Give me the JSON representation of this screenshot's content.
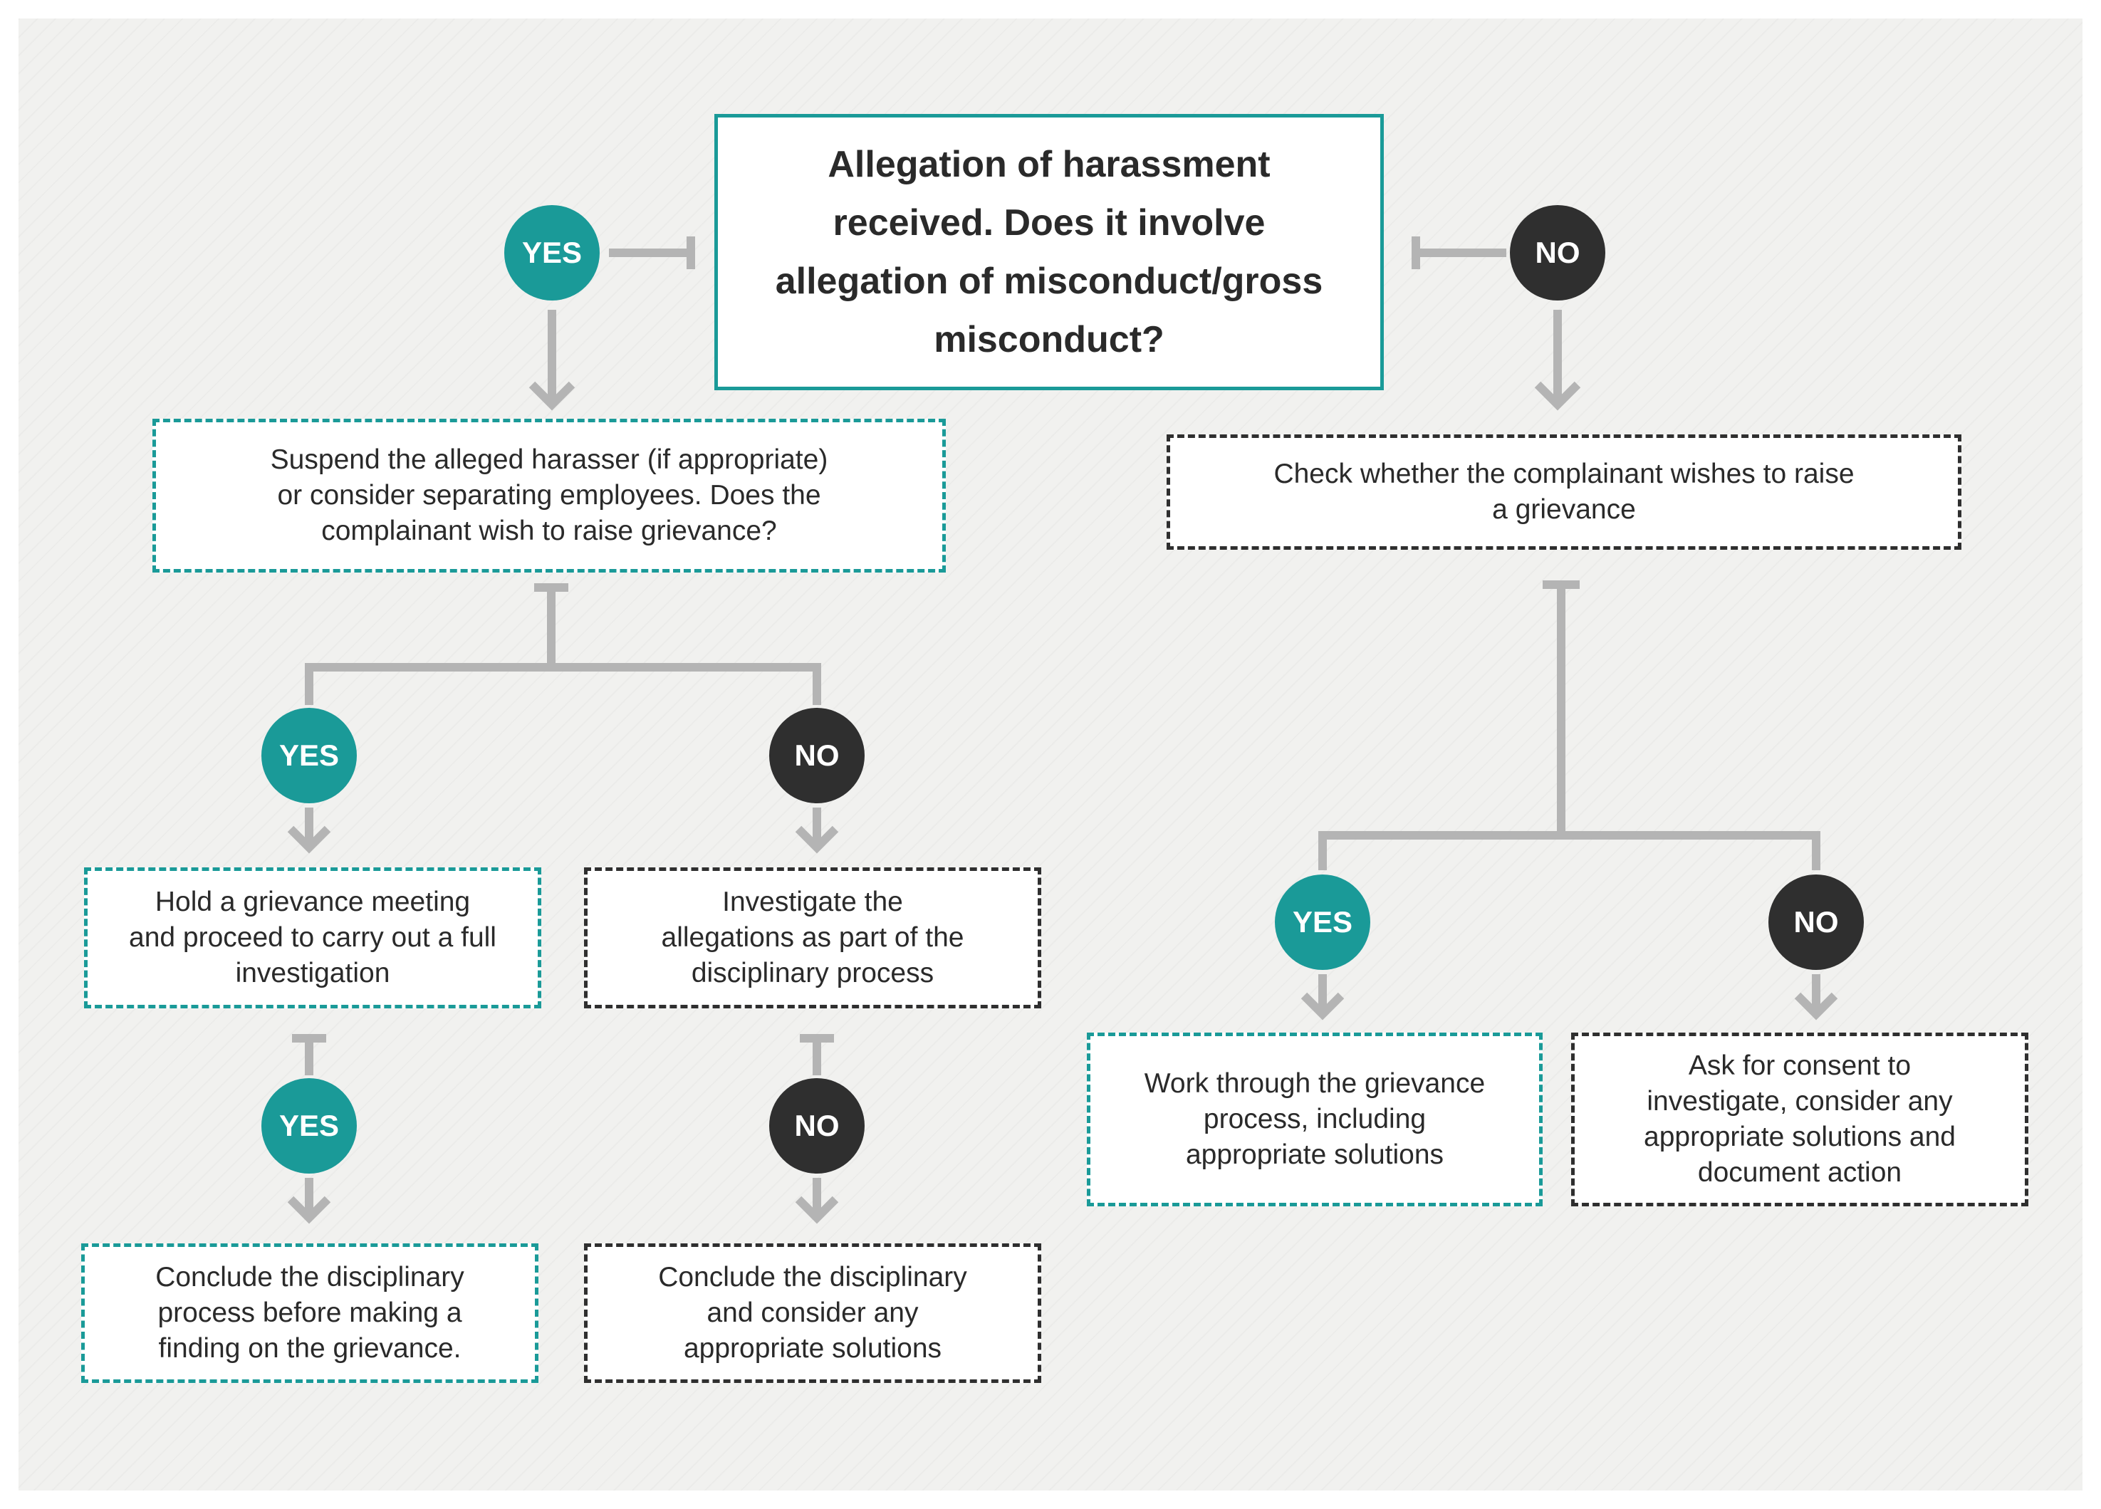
{
  "colors": {
    "teal": "#1a9a98",
    "dark": "#2f2f2f",
    "connector": "#b4b4b4",
    "background": "#f1f1ef"
  },
  "question": "Allegation of harassment\nreceived. Does it involve\nallegation of misconduct/gross\nmisconduct?",
  "labels": {
    "yes": "YES",
    "no": "NO"
  },
  "boxes": {
    "suspend": "Suspend the alleged harasser (if appropriate)\nor consider separating employees. Does the\ncomplainant wish to raise grievance?",
    "check": "Check whether the complainant wishes to raise\na grievance",
    "hold_meeting": "Hold a grievance meeting\nand proceed to carry out a full\ninvestigation",
    "investigate": "Investigate the\nallegations as part of the\ndisciplinary process",
    "conclude_before_finding": "Conclude the disciplinary\nprocess before making a\nfinding on the grievance.",
    "conclude_consider": "Conclude the disciplinary\nand consider any\nappropriate solutions",
    "work_through": "Work through the grievance\nprocess, including\nappropriate solutions",
    "ask_consent": "Ask for consent to\ninvestigate, consider any\nappropriate solutions and\ndocument action"
  }
}
